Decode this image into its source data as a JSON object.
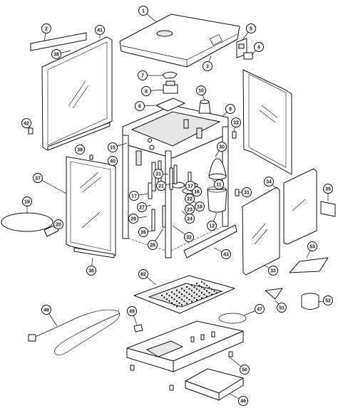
{
  "diagram": {
    "callouts": [
      {
        "id": "c1",
        "label": "1"
      },
      {
        "id": "c2",
        "label": "2"
      },
      {
        "id": "c3",
        "label": "3"
      },
      {
        "id": "c4",
        "label": "4"
      },
      {
        "id": "c5",
        "label": "5"
      },
      {
        "id": "c6",
        "label": "6"
      },
      {
        "id": "c7",
        "label": "7"
      },
      {
        "id": "c8",
        "label": "8"
      },
      {
        "id": "c9",
        "label": "9"
      },
      {
        "id": "c10",
        "label": "10"
      },
      {
        "id": "c11",
        "label": "11"
      },
      {
        "id": "c12",
        "label": "12"
      },
      {
        "id": "c15",
        "label": "15"
      },
      {
        "id": "c16",
        "label": "16"
      },
      {
        "id": "c17a",
        "label": "17"
      },
      {
        "id": "c17b",
        "label": "17"
      },
      {
        "id": "c18",
        "label": "18"
      },
      {
        "id": "c19",
        "label": "19"
      },
      {
        "id": "c20",
        "label": "20"
      },
      {
        "id": "c21",
        "label": "21"
      },
      {
        "id": "c22",
        "label": "22"
      },
      {
        "id": "c23",
        "label": "23"
      },
      {
        "id": "c24",
        "label": "24"
      },
      {
        "id": "c26",
        "label": "26"
      },
      {
        "id": "c27",
        "label": "27"
      },
      {
        "id": "c28",
        "label": "28"
      },
      {
        "id": "c29",
        "label": "29"
      },
      {
        "id": "c30",
        "label": "30"
      },
      {
        "id": "c31a",
        "label": "31"
      },
      {
        "id": "c31b",
        "label": "31"
      },
      {
        "id": "c32a",
        "label": "32"
      },
      {
        "id": "c32b",
        "label": "32"
      },
      {
        "id": "c33",
        "label": "33"
      },
      {
        "id": "c34",
        "label": "34"
      },
      {
        "id": "c35",
        "label": "35"
      },
      {
        "id": "c36",
        "label": "36"
      },
      {
        "id": "c37",
        "label": "37"
      },
      {
        "id": "c38a",
        "label": "38"
      },
      {
        "id": "c38b",
        "label": "38"
      },
      {
        "id": "c40",
        "label": "40"
      },
      {
        "id": "c41",
        "label": "41"
      },
      {
        "id": "c42",
        "label": "42"
      },
      {
        "id": "c43",
        "label": "43"
      },
      {
        "id": "c46",
        "label": "46"
      },
      {
        "id": "c47",
        "label": "47"
      },
      {
        "id": "c48",
        "label": "48"
      },
      {
        "id": "c49",
        "label": "49"
      },
      {
        "id": "c50",
        "label": "50"
      },
      {
        "id": "c51",
        "label": "51"
      },
      {
        "id": "c52",
        "label": "52"
      },
      {
        "id": "c53",
        "label": "53"
      },
      {
        "id": "c82",
        "label": "82"
      }
    ]
  }
}
